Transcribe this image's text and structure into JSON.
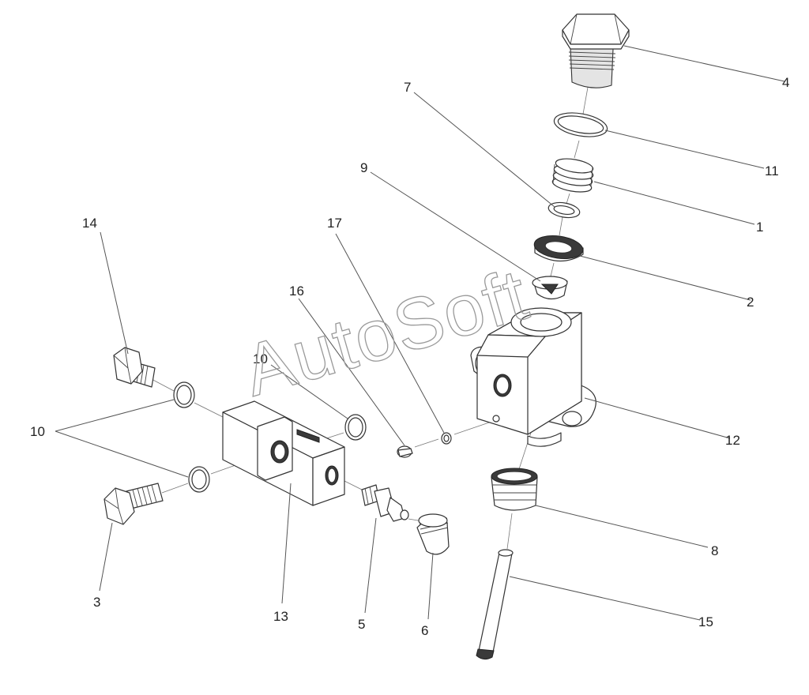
{
  "diagram": {
    "watermark": "AutoSoft",
    "callouts": {
      "c1": "1",
      "c2": "2",
      "c3": "3",
      "c4": "4",
      "c5": "5",
      "c6": "6",
      "c7": "7",
      "c8": "8",
      "c9": "9",
      "c10a": "10",
      "c10b": "10",
      "c11": "11",
      "c12": "12",
      "c13": "13",
      "c14": "14",
      "c15": "15",
      "c16": "16",
      "c17": "17"
    },
    "colors": {
      "line": "#333333",
      "watermark": "#9a9a9a",
      "background": "#ffffff"
    }
  }
}
